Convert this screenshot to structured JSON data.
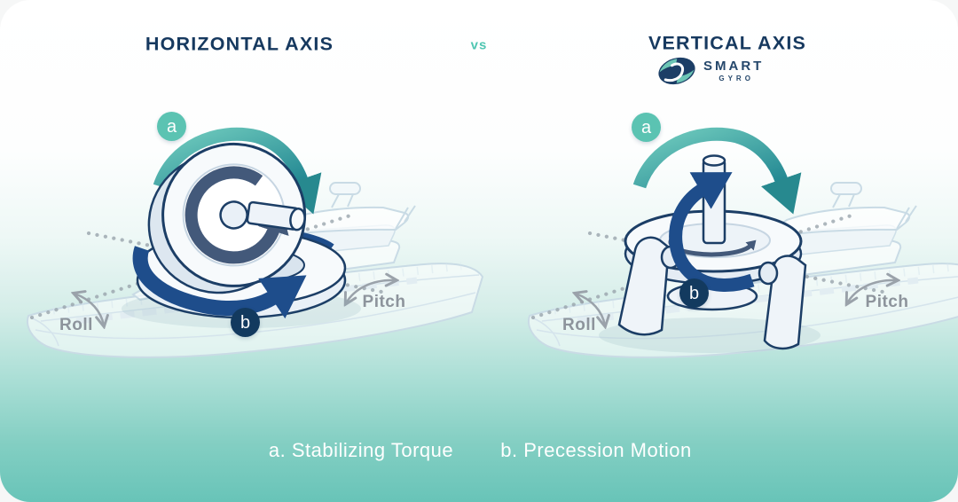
{
  "header": {
    "left_title": "HORIZONTAL AXIS",
    "versus": "vs",
    "right_title": "VERTICAL AXIS"
  },
  "logo": {
    "brand": "SMART",
    "brand_sub": "GYRO"
  },
  "panels": {
    "left": {
      "badge_a": "a",
      "badge_b": "b",
      "roll": "Roll",
      "pitch": "Pitch"
    },
    "right": {
      "badge_a": "a",
      "badge_b": "b",
      "roll": "Roll",
      "pitch": "Pitch"
    }
  },
  "legend": {
    "item_a": "a. Stabilizing Torque",
    "item_b": "b. Precession Motion"
  },
  "colors": {
    "title_navy": "#16395f",
    "vs_teal": "#50c6b2",
    "badge_a_teal": "#5bc3b2",
    "badge_b_navy": "#133a5f",
    "stabilizing_arrow_teal": "#2b8d90",
    "precession_arrow_blue": "#1e4d8b",
    "axis_label_gray": "#8d949c",
    "legend_text": "#ffffff",
    "background_bottom_teal": "#68c4b8"
  },
  "icons": {
    "logo_mark": "s-swoosh-ellipse",
    "stabilizing_torque_arrow": "curved-arc-arrow",
    "precession_motion_arrow": "curved-arc-arrow",
    "roll_arrow": "curved-double-arrow",
    "pitch_arrow": "curved-double-arrow"
  }
}
